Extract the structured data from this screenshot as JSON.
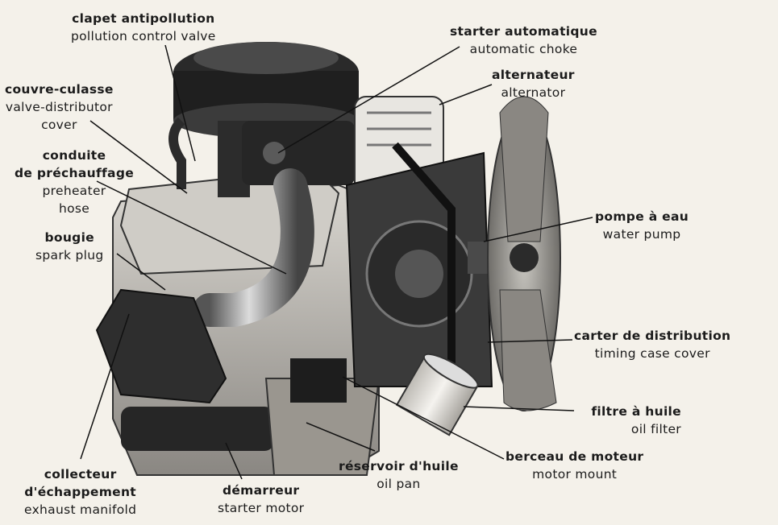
{
  "labels": {
    "pollution_control_valve": {
      "fr": "clapet  antipollution",
      "en": "pollution  control  valve"
    },
    "valve_distributor_cover": {
      "fr": "couvre-culasse",
      "en1": "valve-distributor",
      "en2": "cover"
    },
    "preheater_hose": {
      "fr1": "conduite",
      "fr2": "de  préchauffage",
      "en1": "preheater",
      "en2": "hose"
    },
    "spark_plug": {
      "fr": "bougie",
      "en": "spark  plug"
    },
    "exhaust_manifold": {
      "fr1": "collecteur",
      "fr2": "d'échappement",
      "en": "exhaust  manifold"
    },
    "starter_motor": {
      "fr": "démarreur",
      "en": "starter  motor"
    },
    "oil_pan": {
      "fr": "réservoir  d'huile",
      "en": "oil  pan"
    },
    "motor_mount": {
      "fr": "berceau  de  moteur",
      "en": "motor  mount"
    },
    "oil_filter": {
      "fr": "filtre  à  huile",
      "en": "oil  filter"
    },
    "timing_case_cover": {
      "fr": "carter  de  distribution",
      "en": "timing  case  cover"
    },
    "water_pump": {
      "fr": "pompe  à  eau",
      "en": "water  pump"
    },
    "alternator": {
      "fr": "alternateur",
      "en": "alternator"
    },
    "automatic_choke": {
      "fr": "starter  automatique",
      "en": "automatic  choke"
    }
  }
}
